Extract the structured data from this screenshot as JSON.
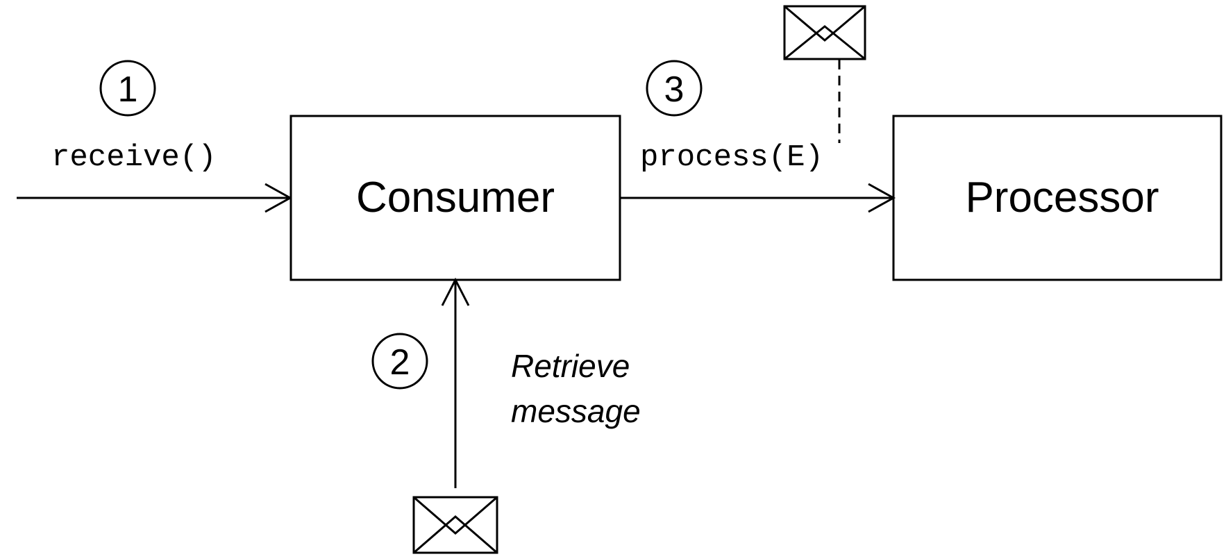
{
  "steps": {
    "step1": {
      "number": "1",
      "call_label": "receive()"
    },
    "step2": {
      "number": "2",
      "label_line1": "Retrieve",
      "label_line2": "message"
    },
    "step3": {
      "number": "3",
      "call_label": "process(E)"
    }
  },
  "boxes": {
    "consumer": "Consumer",
    "processor": "Processor"
  },
  "icons": {
    "envelope_top": "envelope-icon",
    "envelope_bottom": "envelope-icon"
  }
}
